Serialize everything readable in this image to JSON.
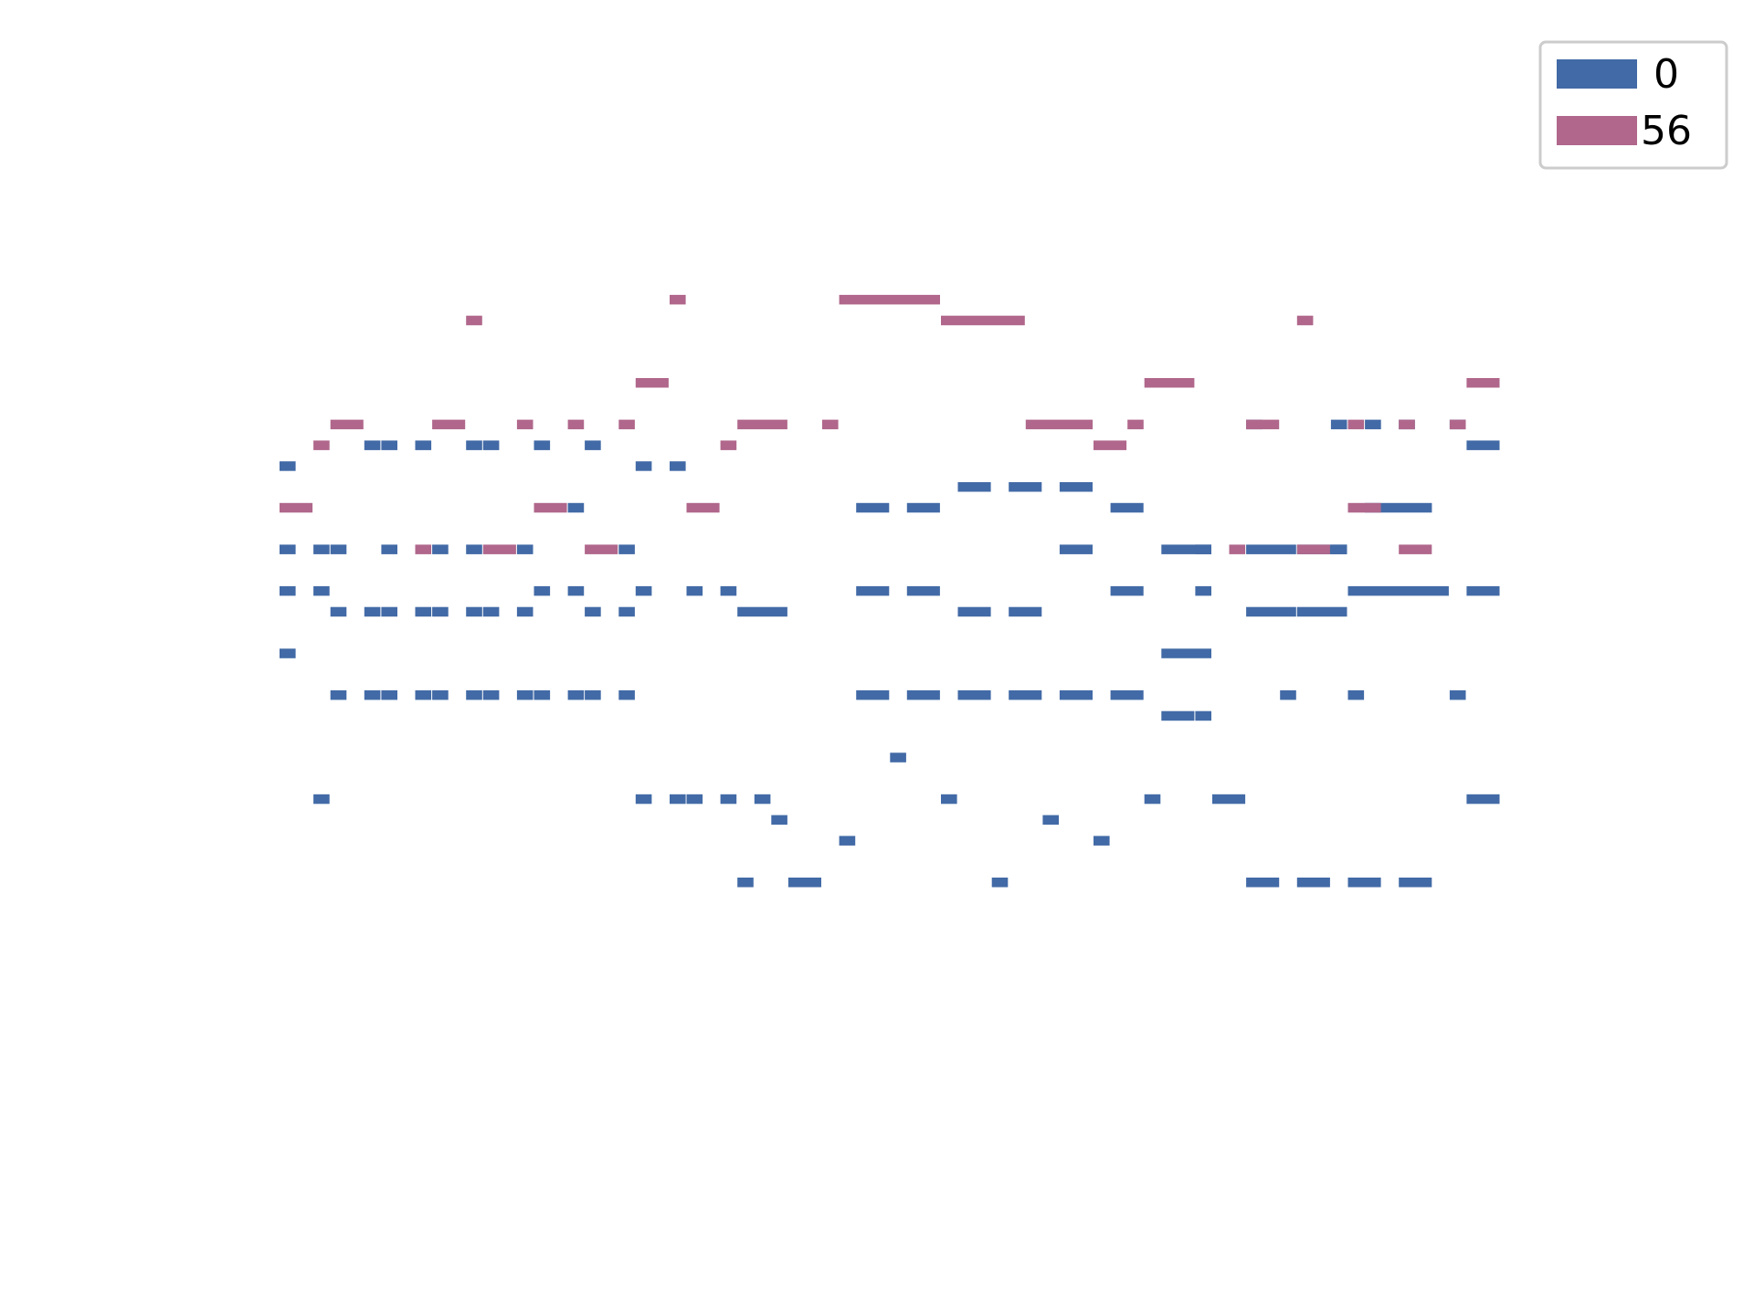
{
  "chart_data": {
    "type": "bar",
    "chart_style": "piano-roll",
    "x_unit": "time step",
    "y_unit": "pitch",
    "xlim": [
      0,
      71
    ],
    "ylim": [
      40,
      83
    ],
    "axes_visible": false,
    "grid": false,
    "legend": {
      "placement": "top-right",
      "entries": [
        "0",
        "56"
      ]
    },
    "series": [
      {
        "name": "0",
        "color": "#426aa6",
        "notes": [
          [
            0,
            1,
            66
          ],
          [
            0,
            1,
            62
          ],
          [
            0,
            1,
            60
          ],
          [
            0,
            1,
            57
          ],
          [
            2,
            1,
            62
          ],
          [
            2,
            1,
            60
          ],
          [
            2,
            1,
            50
          ],
          [
            3,
            1,
            62
          ],
          [
            3,
            1,
            59
          ],
          [
            3,
            1,
            55
          ],
          [
            5,
            1,
            67
          ],
          [
            5,
            1,
            59
          ],
          [
            5,
            1,
            55
          ],
          [
            6,
            1,
            67
          ],
          [
            6,
            1,
            62
          ],
          [
            6,
            1,
            59
          ],
          [
            6,
            1,
            55
          ],
          [
            8,
            1,
            67
          ],
          [
            8,
            1,
            59
          ],
          [
            8,
            1,
            55
          ],
          [
            9,
            1,
            62
          ],
          [
            9,
            1,
            59
          ],
          [
            9,
            1,
            55
          ],
          [
            11,
            1,
            67
          ],
          [
            11,
            1,
            62
          ],
          [
            11,
            1,
            59
          ],
          [
            11,
            1,
            55
          ],
          [
            12,
            1,
            67
          ],
          [
            12,
            1,
            59
          ],
          [
            12,
            1,
            55
          ],
          [
            14,
            1,
            62
          ],
          [
            14,
            1,
            59
          ],
          [
            14,
            1,
            55
          ],
          [
            15,
            1,
            67
          ],
          [
            15,
            1,
            60
          ],
          [
            15,
            1,
            55
          ],
          [
            17,
            1,
            64
          ],
          [
            17,
            1,
            60
          ],
          [
            17,
            1,
            55
          ],
          [
            18,
            1,
            67
          ],
          [
            18,
            1,
            59
          ],
          [
            18,
            1,
            55
          ],
          [
            20,
            1,
            62
          ],
          [
            20,
            1,
            59
          ],
          [
            20,
            1,
            55
          ],
          [
            21,
            1,
            66
          ],
          [
            21,
            1,
            60
          ],
          [
            21,
            1,
            50
          ],
          [
            23,
            1,
            66
          ],
          [
            23,
            1,
            50
          ],
          [
            24,
            1,
            60
          ],
          [
            24,
            1,
            50
          ],
          [
            26,
            1,
            60
          ],
          [
            26,
            1,
            50
          ],
          [
            27,
            3,
            59
          ],
          [
            27,
            1,
            46
          ],
          [
            28,
            1,
            50
          ],
          [
            29,
            1,
            49
          ],
          [
            30,
            2,
            46
          ],
          [
            33,
            1,
            48
          ],
          [
            34,
            2,
            64
          ],
          [
            34,
            2,
            60
          ],
          [
            34,
            2,
            55
          ],
          [
            36,
            1,
            52
          ],
          [
            37,
            2,
            64
          ],
          [
            37,
            2,
            60
          ],
          [
            37,
            2,
            55
          ],
          [
            39,
            1,
            50
          ],
          [
            40,
            2,
            65
          ],
          [
            40,
            2,
            59
          ],
          [
            40,
            2,
            55
          ],
          [
            42,
            1,
            46
          ],
          [
            43,
            2,
            65
          ],
          [
            43,
            2,
            59
          ],
          [
            43,
            2,
            55
          ],
          [
            45,
            1,
            49
          ],
          [
            46,
            2,
            65
          ],
          [
            46,
            2,
            62
          ],
          [
            46,
            2,
            55
          ],
          [
            48,
            1,
            48
          ],
          [
            49,
            2,
            64
          ],
          [
            49,
            2,
            60
          ],
          [
            49,
            2,
            55
          ],
          [
            51,
            1,
            50
          ],
          [
            52,
            3,
            62
          ],
          [
            52,
            3,
            57
          ],
          [
            52,
            2,
            54
          ],
          [
            54,
            1,
            62
          ],
          [
            54,
            1,
            60
          ],
          [
            54,
            1,
            54
          ],
          [
            55,
            2,
            50
          ],
          [
            57,
            1,
            68
          ],
          [
            57,
            3,
            62
          ],
          [
            57,
            3,
            59
          ],
          [
            57,
            2,
            46
          ],
          [
            59,
            1,
            55
          ],
          [
            60,
            3,
            62
          ],
          [
            60,
            3,
            59
          ],
          [
            60,
            2,
            46
          ],
          [
            62,
            1,
            68
          ],
          [
            62,
            1,
            62
          ],
          [
            63,
            1,
            55
          ],
          [
            63,
            6,
            60
          ],
          [
            63,
            2,
            46
          ],
          [
            64,
            1,
            68
          ],
          [
            64,
            4,
            64
          ],
          [
            66,
            1,
            68
          ],
          [
            66,
            2,
            46
          ],
          [
            69,
            1,
            68
          ],
          [
            69,
            1,
            55
          ],
          [
            70,
            2,
            67
          ],
          [
            70,
            2,
            60
          ],
          [
            70,
            2,
            50
          ]
        ]
      },
      {
        "name": "56",
        "color": "#b0678b",
        "notes": [
          [
            0,
            2,
            64
          ],
          [
            2,
            1,
            67
          ],
          [
            3,
            2,
            68
          ],
          [
            9,
            2,
            68
          ],
          [
            8,
            1,
            62
          ],
          [
            11,
            1,
            73
          ],
          [
            12,
            2,
            62
          ],
          [
            14,
            1,
            68
          ],
          [
            15,
            2,
            64
          ],
          [
            17,
            1,
            68
          ],
          [
            18,
            2,
            62
          ],
          [
            20,
            1,
            68
          ],
          [
            21,
            2,
            70
          ],
          [
            23,
            1,
            74
          ],
          [
            24,
            2,
            64
          ],
          [
            26,
            1,
            67
          ],
          [
            27,
            3,
            68
          ],
          [
            32,
            1,
            68
          ],
          [
            33,
            6,
            74
          ],
          [
            39,
            5,
            73
          ],
          [
            44,
            4,
            68
          ],
          [
            48,
            2,
            67
          ],
          [
            50,
            1,
            68
          ],
          [
            51,
            3,
            70
          ],
          [
            56,
            1,
            62
          ],
          [
            57,
            2,
            68
          ],
          [
            60,
            1,
            73
          ],
          [
            60,
            2,
            62
          ],
          [
            63,
            1,
            68
          ],
          [
            63,
            2,
            64
          ],
          [
            66,
            1,
            68
          ],
          [
            66,
            2,
            62
          ],
          [
            69,
            1,
            68
          ],
          [
            70,
            2,
            70
          ]
        ]
      }
    ]
  }
}
